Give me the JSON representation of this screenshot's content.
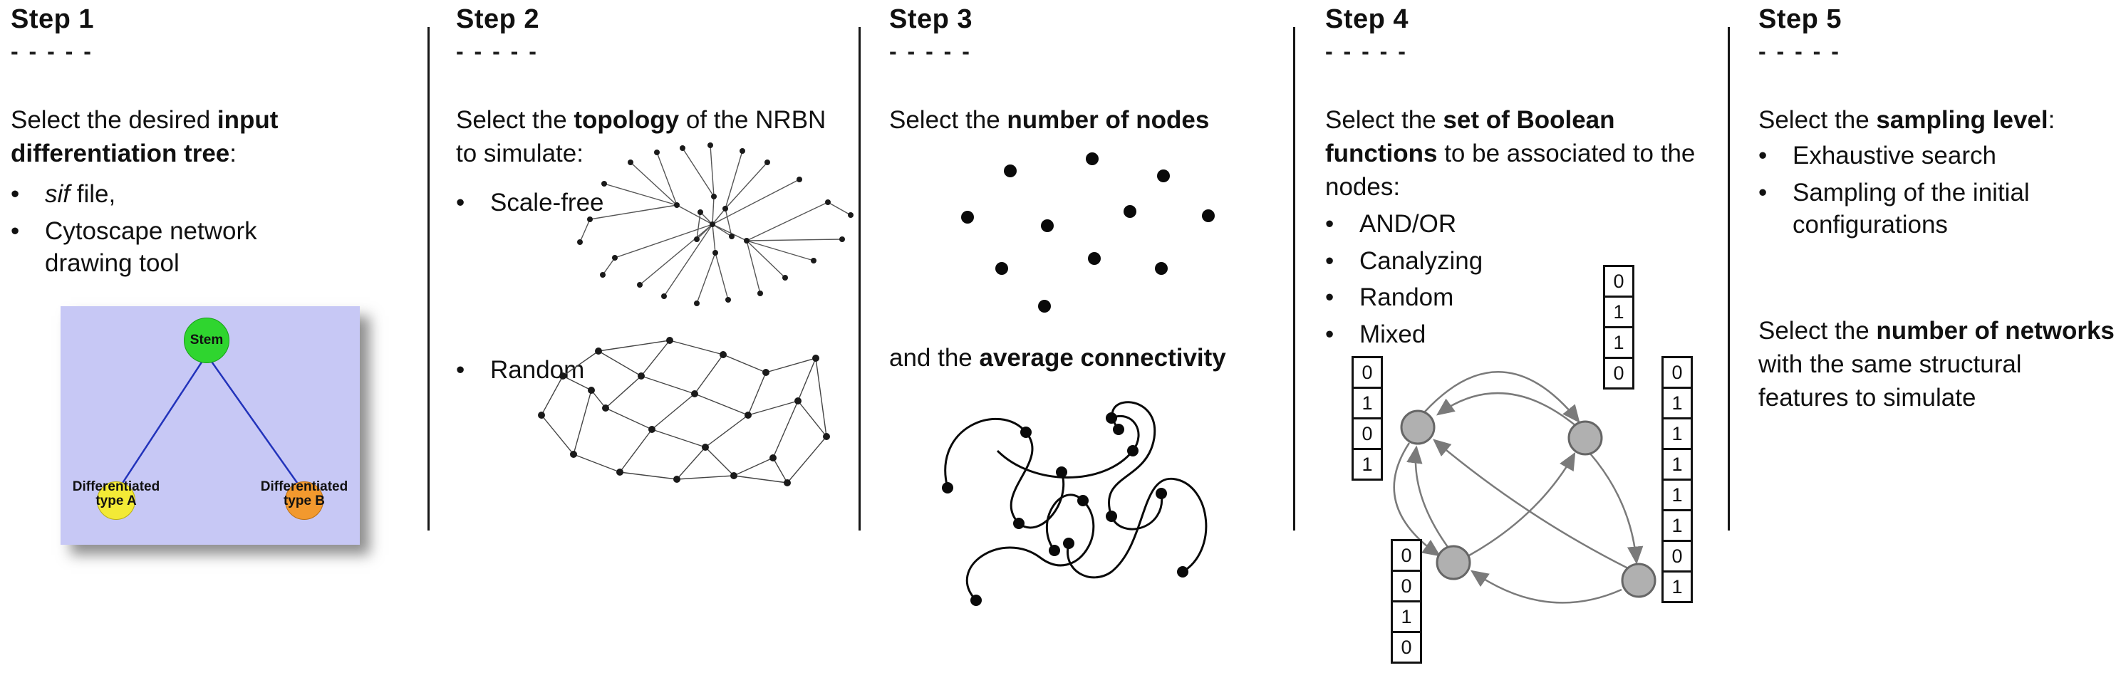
{
  "ui": {
    "bullet": "•"
  },
  "steps": [
    {
      "title": "Step 1",
      "dashes": "- - - - -",
      "intro_pre": "Select the desired ",
      "intro_bold": "input differentiation tree",
      "intro_post": ":",
      "bullet1_italic": "sif",
      "bullet1_rest": " file,",
      "bullet2": "Cytoscape network drawing tool",
      "tree": {
        "root_label": "Stem",
        "left_label": "Differentiated type A",
        "right_label": "Differentiated type B",
        "background_color": "#c7c8f5",
        "root_color": "#2fd52f",
        "left_color": "#f3ea36",
        "right_color": "#f2992e",
        "edge_color": "#2233bb"
      }
    },
    {
      "title": "Step 2",
      "dashes": "- - - - -",
      "intro_pre": "Select the ",
      "intro_bold": "topology",
      "intro_post": " of the NRBN to simulate:",
      "bullet1": "Scale-free",
      "bullet2": "Random"
    },
    {
      "title": "Step 3",
      "dashes": "- - - - -",
      "intro_pre": "Select the ",
      "intro_bold": "number of nodes",
      "intro_post": "",
      "second_pre": "and the ",
      "second_bold": "average connectivity",
      "second_post": ""
    },
    {
      "title": "Step 4",
      "dashes": "- - - - -",
      "intro_pre": "Select the ",
      "intro_bold": "set of Boolean functions",
      "intro_post": " to be associated to the nodes:",
      "bullets": [
        "AND/OR",
        "Canalyzing",
        "Random",
        "Mixed"
      ],
      "columns": {
        "top": [
          "0",
          "1",
          "1",
          "0"
        ],
        "left": [
          "0",
          "1",
          "0",
          "1"
        ],
        "bottom": [
          "0",
          "0",
          "1",
          "0"
        ],
        "right": [
          "0",
          "1",
          "1",
          "1",
          "1",
          "1",
          "0",
          "1"
        ]
      }
    },
    {
      "title": "Step 5",
      "dashes": "- - - - -",
      "intro_pre": "Select the ",
      "intro_bold": "sampling level",
      "intro_post": ":",
      "bullets": [
        "Exhaustive search",
        "Sampling of the initial configurations"
      ],
      "second_pre": "Select the ",
      "second_bold": "number of networks",
      "second_post": " with the same structural features to simulate"
    }
  ]
}
